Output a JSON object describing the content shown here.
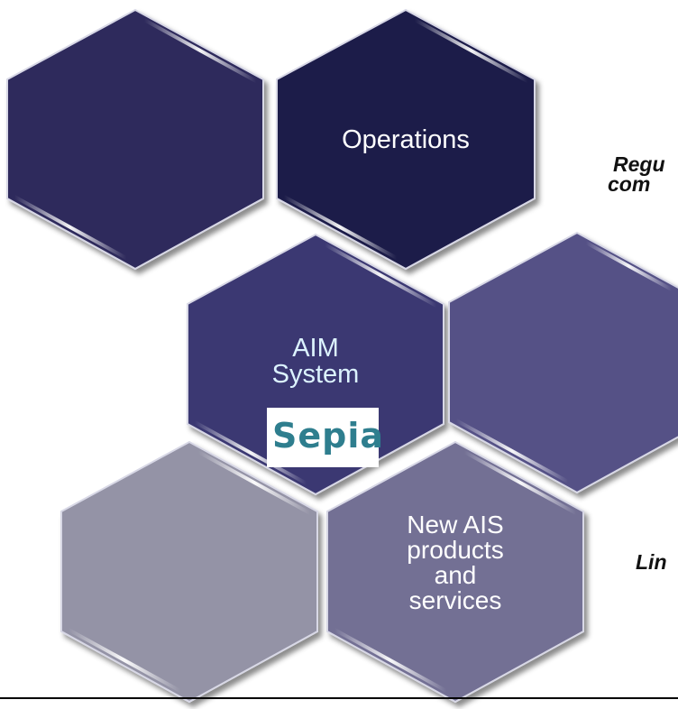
{
  "colors": {
    "hex_top_left": "#2d2a5c",
    "hex_top_right": "#1c1a4a",
    "hex_middle_center": "#3b3872",
    "hex_middle_right": "#545186",
    "hex_bottom_left": "#9493a6",
    "hex_bottom_right": "#737094",
    "side_text": "#111111"
  },
  "hexagons": {
    "operations": {
      "label": "Operations"
    },
    "aim_system": {
      "line1": "AIM",
      "line2": "System",
      "logo_text": "Sepia"
    },
    "new_ais": {
      "line1": "New AIS",
      "line2": "products",
      "line3": "and",
      "line4": "services"
    }
  },
  "side_texts": {
    "regulatory_line1": "Regu",
    "regulatory_line2": "com",
    "lin": "Lin"
  }
}
